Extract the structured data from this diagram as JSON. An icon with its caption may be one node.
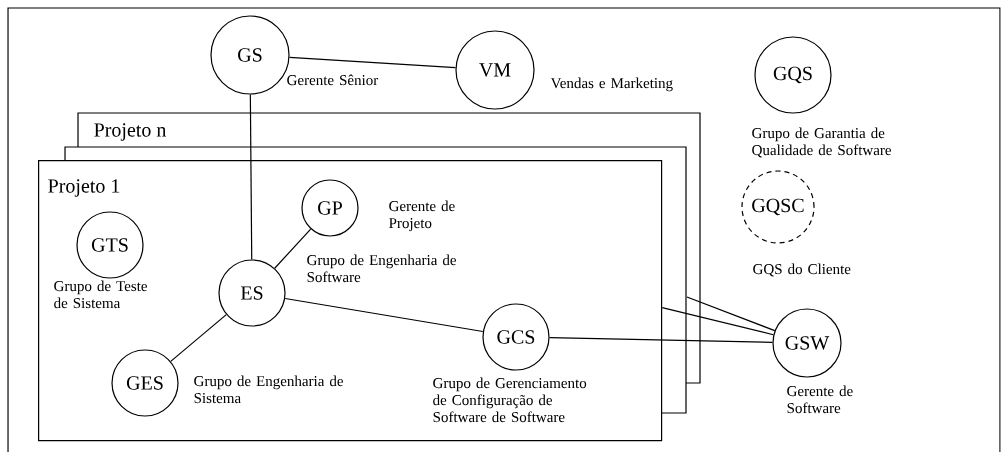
{
  "diagram": {
    "nodes": [
      {
        "text": [
          "GS"
        ],
        "beside": [
          "Gerente Sênior"
        ]
      },
      {
        "text": [
          "VM"
        ],
        "beside": [
          "Vendas e Marketing"
        ]
      },
      {
        "text": [
          "GQS"
        ],
        "beside": [
          "Grupo de Garantia de Qualidade de Software"
        ]
      },
      {
        "text": [
          "Projeto 1"
        ]
      },
      {
        "text": [
          "GP"
        ],
        "beside": [
          "Gerente de Projeto"
        ],
        "in": 3
      },
      {
        "text": [
          "GQSC"
        ],
        "beside": [
          "GQS do Cliente"
        ]
      },
      {
        "text": [
          "GTS"
        ],
        "beside": [
          "Grupo de Teste de Sistema"
        ],
        "in": 3
      },
      {
        "text": [
          "ES"
        ],
        "beside": [
          "Grupo de Engenharia de Software"
        ],
        "in": 3
      },
      {
        "text": [
          "GES"
        ],
        "beside": [
          "Grupo de Engenharia de Sistema"
        ],
        "in": 3
      },
      {
        "text": [
          "GCS"
        ],
        "beside": [
          "Grupo de Gerenciamento de Configuração de Software de Software"
        ],
        "in": 3
      },
      {
        "text": [
          "GSW"
        ],
        "beside": [
          "Gerente de Software"
        ]
      }
    ],
    "edges": [
      {
        "from": 0,
        "to": 1,
        "arrow": "none"
      },
      {
        "from": 0,
        "to": 7,
        "arrow": "none"
      },
      {
        "from": 7,
        "to": 4,
        "arrow": "none"
      },
      {
        "from": 7,
        "to": 8,
        "arrow": "none"
      },
      {
        "from": 7,
        "to": 9,
        "arrow": "none"
      },
      {
        "from": 9,
        "to": 10,
        "arrow": "none"
      },
      {
        "from": null,
        "to": 10,
        "arrow": "none"
      },
      {
        "from": 3,
        "to": 10,
        "arrow": "none"
      }
    ],
    "labels": [
      "Projeto n"
    ]
  }
}
